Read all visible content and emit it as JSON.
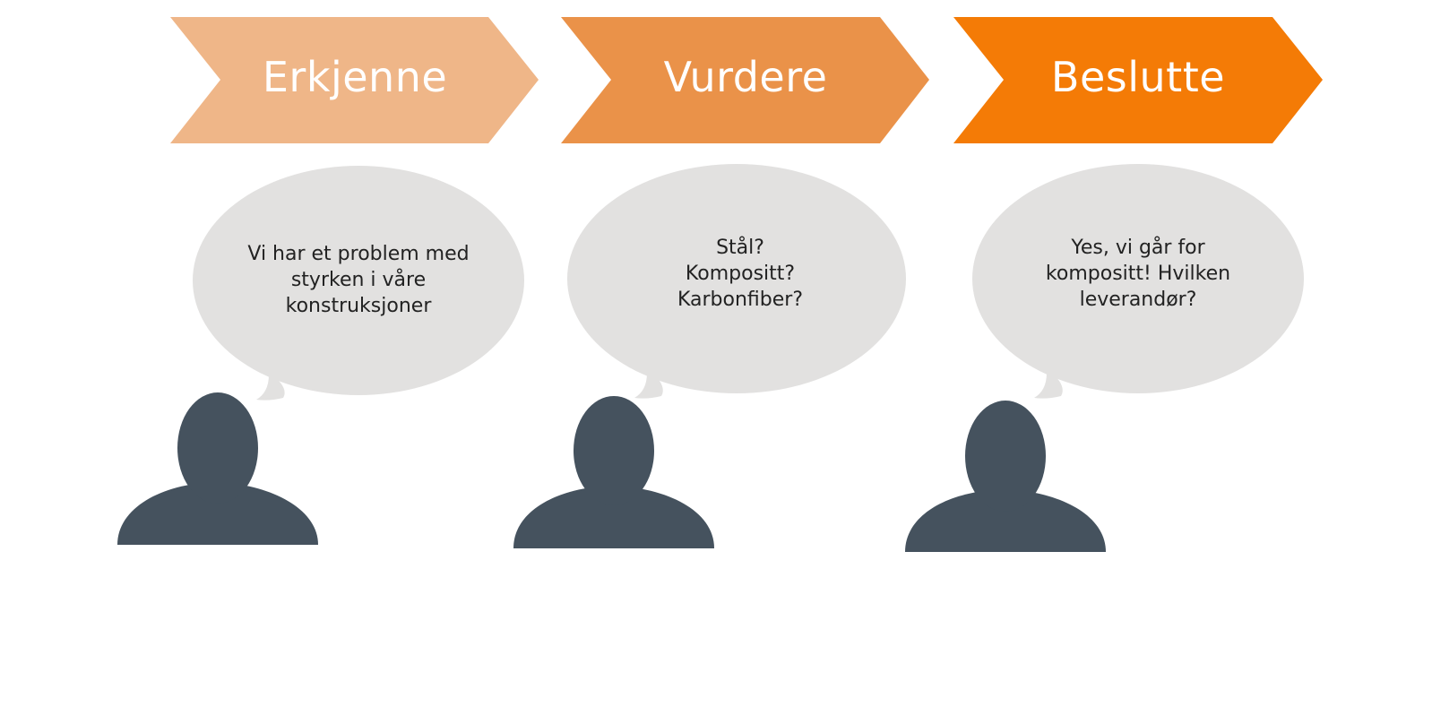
{
  "colors": {
    "stage_1": "#efb688",
    "stage_2": "#ea9249",
    "stage_3": "#f47b06",
    "bubble": "#e2e1e0",
    "person": "#45525e",
    "label_text": "#ffffff",
    "bubble_text": "#222222"
  },
  "stages": [
    {
      "label": "Erkjenne",
      "bubble_lines": [
        "Vi har et problem med",
        "styrken i våre",
        "konstruksjoner"
      ]
    },
    {
      "label": "Vurdere",
      "bubble_lines": [
        "Stål?",
        "Kompositt?",
        "Karbonfiber?"
      ]
    },
    {
      "label": "Beslutte",
      "bubble_lines": [
        "Yes, vi går for",
        "kompositt! Hvilken",
        "leverandør?"
      ]
    }
  ],
  "icons": {
    "person": "person-silhouette-icon",
    "speech": "speech-bubble"
  }
}
